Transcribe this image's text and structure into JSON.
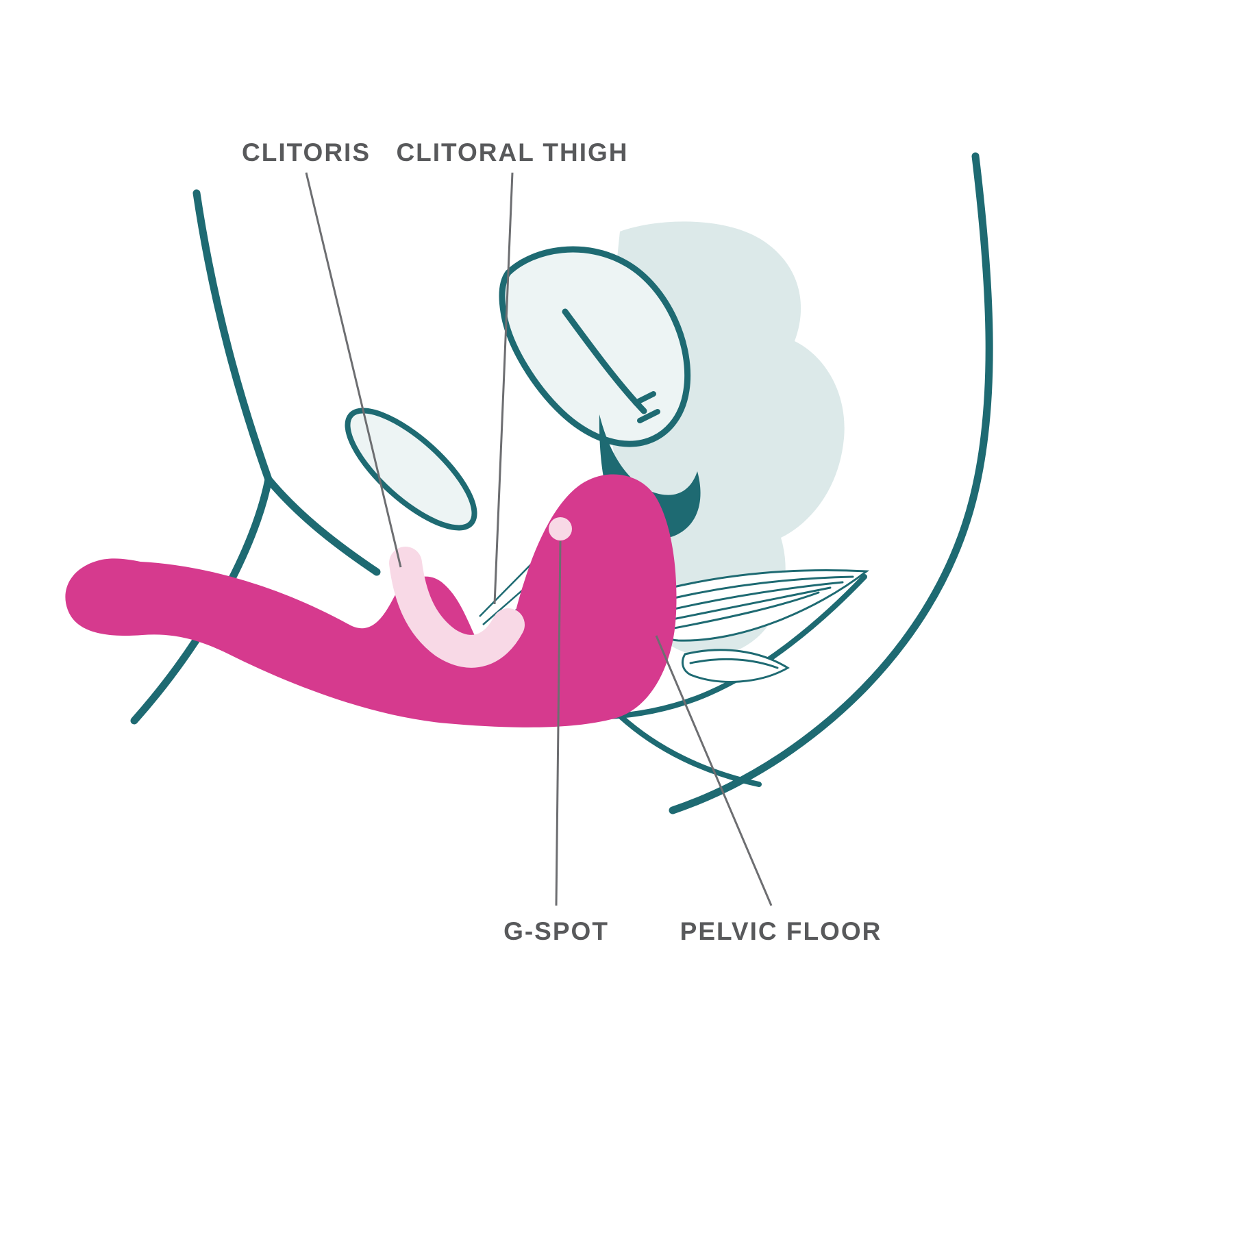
{
  "diagram": {
    "type": "anatomical-cross-section",
    "labels": {
      "clitoris": "CLITORIS",
      "clitoral_thigh": "CLITORAL THIGH",
      "g_spot": "G-SPOT",
      "pelvic_floor": "PELVIC FLOOR"
    },
    "colors": {
      "teal_outline": "#1e6a72",
      "light_teal_fill": "#dce9e9",
      "pale_fill": "#edf4f4",
      "pink_product": "#d63a8e",
      "light_pink": "#f8d9e6",
      "label_gray": "#58595b",
      "leader_gray": "#6d6e71",
      "background": "#ffffff"
    }
  }
}
